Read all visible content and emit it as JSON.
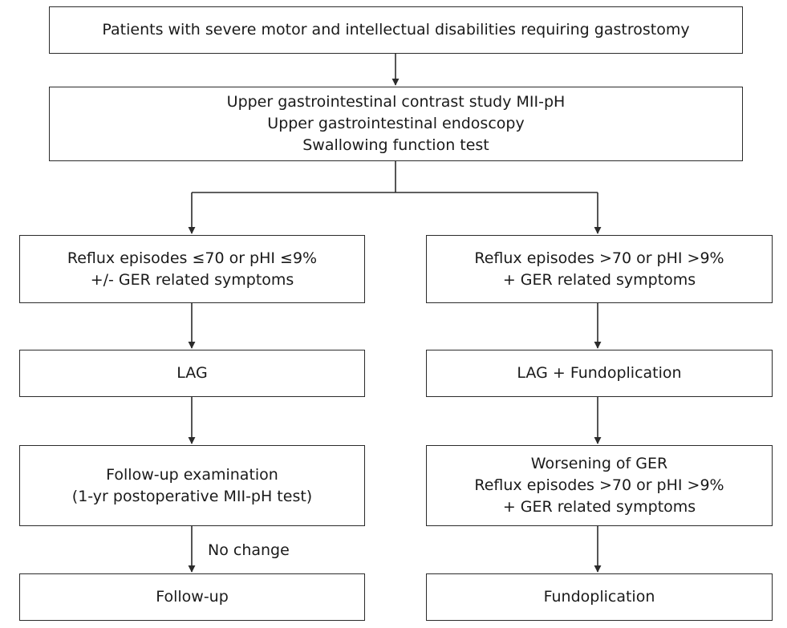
{
  "nodes": {
    "screening": {
      "lines": [
        "Patients with severe motor and intellectual disabilities requiring gastrostomy"
      ]
    },
    "workup": {
      "lines": [
        "Upper gastrointestinal contrast study MII-pH",
        "Upper gastrointestinal endoscopy",
        "Swallowing function test"
      ]
    },
    "low_reflux": {
      "lines": [
        "Reflux episodes ≤70 or pHI ≤9%",
        "+/- GER related symptoms"
      ]
    },
    "high_reflux": {
      "lines": [
        "Reflux episodes >70 or pHI >9%",
        "+ GER related symptoms"
      ]
    },
    "lag": {
      "lines": [
        "LAG"
      ]
    },
    "lag_fundoplication": {
      "lines": [
        "LAG + Fundoplication"
      ]
    },
    "follow_up_exam": {
      "lines": [
        "Follow-up examination",
        "(1-yr postoperative MII-pH test)"
      ]
    },
    "worsening": {
      "lines": [
        "Worsening of GER",
        "Reflux episodes >70 or pHI >9%",
        "+ GER related symptoms"
      ]
    },
    "follow_up": {
      "lines": [
        "Follow-up"
      ]
    },
    "fundoplication": {
      "lines": [
        "Fundoplication"
      ]
    }
  },
  "edge_labels": {
    "no_change": "No change"
  }
}
